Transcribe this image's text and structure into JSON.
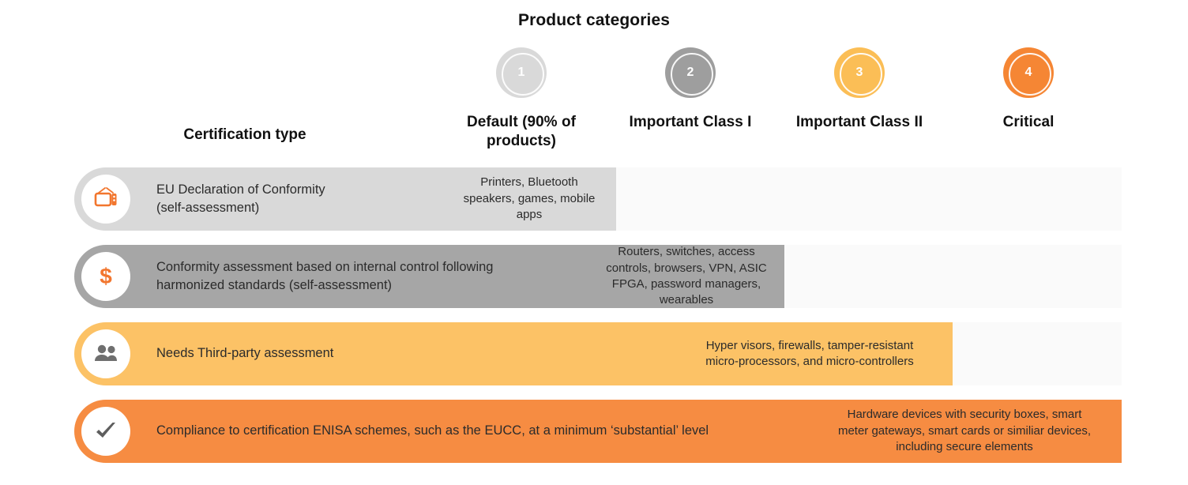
{
  "title": "Product categories",
  "row_header": "Certification type",
  "colors": {
    "cat1": "#d9d9d9",
    "cat1_bar": "#d9d9d9",
    "cat2": "#9e9e9e",
    "cat2_bar": "#a6a6a6",
    "cat3": "#fbbe56",
    "cat3_bar": "#fcc266",
    "cat4": "#f58634",
    "cat4_bar": "#f68c42",
    "track": "#fafafa",
    "icon_orange": "#f2762e",
    "icon_gray": "#6f6f6f",
    "text": "#2b2b2b",
    "heading": "#111111"
  },
  "categories": [
    {
      "number": "1",
      "label": "Default (90% of products)"
    },
    {
      "number": "2",
      "label": "Important Class I"
    },
    {
      "number": "3",
      "label": "Important Class II"
    },
    {
      "number": "4",
      "label": "Critical"
    }
  ],
  "rows": [
    {
      "icon": "tv-icon",
      "label": "EU Declaration of Conformity\n(self-assessment)",
      "cell": "Printers, Bluetooth\nspeakers, games, mobile\napps"
    },
    {
      "icon": "dollar-icon",
      "label": "Conformity assessment based on internal control following\nharmonized standards (self-assessment)",
      "cell": "Routers, switches, access\ncontrols, browsers, VPN, ASIC\nFPGA, password managers,\nwearables"
    },
    {
      "icon": "people-icon",
      "label": "Needs Third-party assessment",
      "cell": "Hyper visors, firewalls, tamper-resistant\nmicro-processors, and micro-controllers"
    },
    {
      "icon": "check-icon",
      "label": "Compliance to certification ENISA schemes, such as the EUCC, at a minimum ‘substantial’ level",
      "cell": "Hardware devices with security boxes, smart\nmeter gateways, smart cards or similiar devices,\nincluding secure elements"
    }
  ]
}
